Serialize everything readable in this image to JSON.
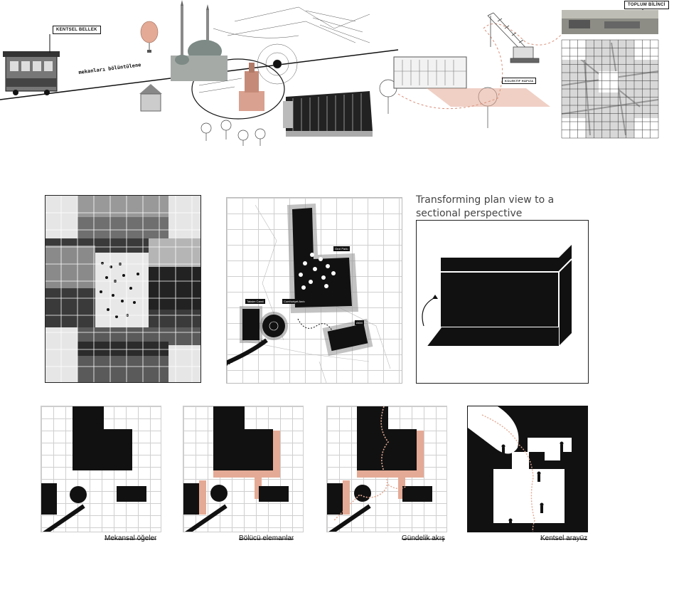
{
  "collage": {
    "label_kentsel_bellek": "KENTSEL BELLEK",
    "label_toplum_bilinci": "TOPLUM BİLİNCİ",
    "label_kolektif": "KOLEKTİF HAFIZA",
    "line_text": "mekanları bölüntülene"
  },
  "plan": {
    "labels": [
      "Gezi Parkı",
      "Taksim Camii",
      "Cumhuriyet Anıtı",
      "AKM"
    ]
  },
  "section": {
    "title": "Transforming plan view to a sectional perspective"
  },
  "steps": [
    {
      "label": "Mekansal öğeler"
    },
    {
      "label": "Bölücü elemanlar"
    },
    {
      "label": "Gündelik akış"
    },
    {
      "label": "Kentsel arayüz"
    }
  ],
  "colors": {
    "accent_salmon": "#e4aa95",
    "dark": "#111111",
    "grid": "#cfcfcf"
  }
}
